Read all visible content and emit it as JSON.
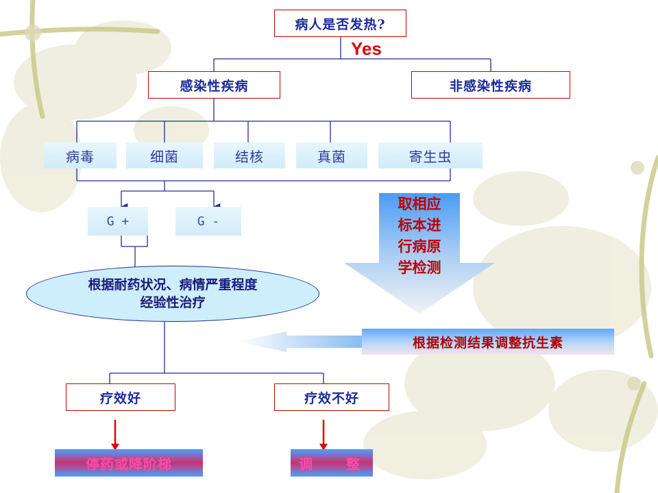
{
  "question": "病人是否发热?",
  "yes_label": "Yes",
  "infectious": "感染性疾病",
  "non_infectious": "非感染性疾病",
  "pathogens": [
    "病毒",
    "细菌",
    "结核",
    "真菌",
    "寄生虫"
  ],
  "gram_positive": "G +",
  "gram_negative": "G -",
  "empirical_treatment": [
    "根据耐药状况、病情严重程度",
    "经验性治疗"
  ],
  "specimen_test": [
    "取相应",
    "标本进",
    "行病原",
    "学检测"
  ],
  "adjust_antibiotics": "根据检测结果调整抗生素",
  "effective": "疗效好",
  "not_effective": "疗效不好",
  "stop_or_step_down": "停药或降阶梯",
  "adjust": [
    "调",
    "整"
  ],
  "colors": {
    "box_border": "#c00000",
    "connector": "#1f2f8f",
    "red_arrow": "#e00000",
    "ellipse_fill": "#cfeefc"
  }
}
